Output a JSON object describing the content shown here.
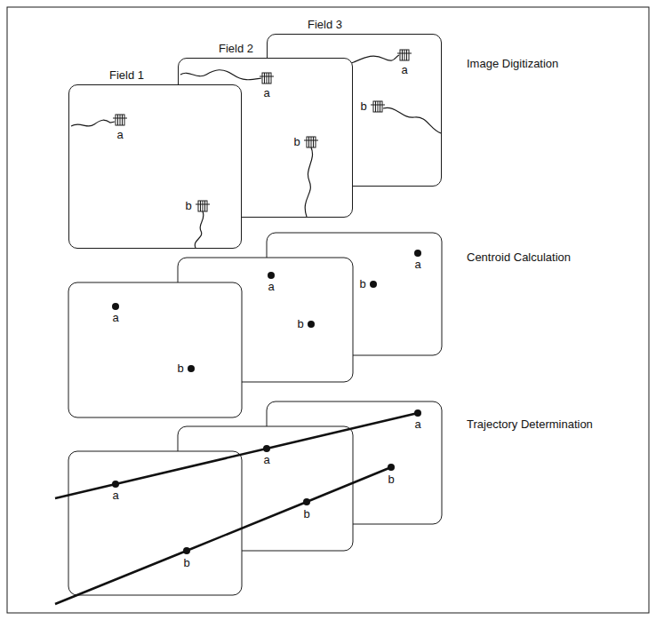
{
  "diagram": {
    "nodes": [
      {
        "text": [
          "Field 1"
        ]
      },
      {
        "text": [
          "Field 2"
        ]
      },
      {
        "text": [
          "Field 3"
        ]
      }
    ],
    "labels": [
      "a",
      "b",
      "a",
      "b",
      "a",
      "b",
      "Image Digitization",
      "a",
      "b",
      "a",
      "b",
      "a",
      "b",
      "Centroid Calculation",
      "a",
      "b",
      "a",
      "b",
      "a",
      "b",
      "Trajectory Determination"
    ]
  }
}
